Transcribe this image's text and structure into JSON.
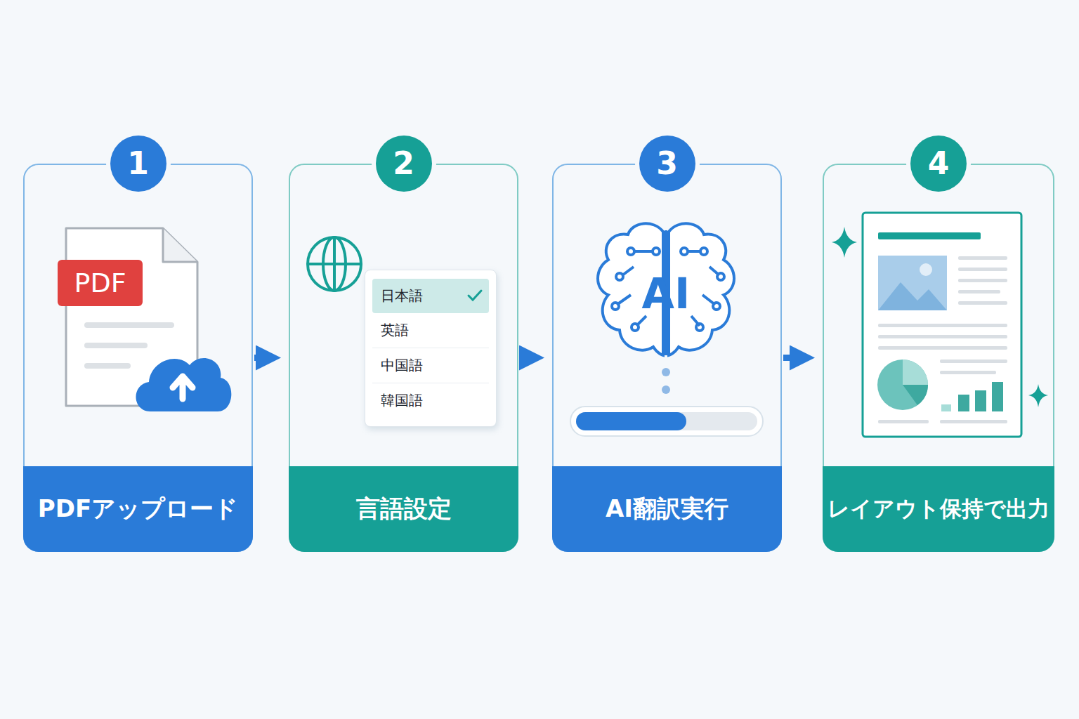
{
  "diagram": {
    "nodes": [
      {
        "text": [
          "1",
          "PDFアップロード"
        ]
      },
      {
        "text": [
          "PDF"
        ],
        "in": 0
      },
      {
        "text": [
          "2",
          "言語設定"
        ]
      },
      {
        "text": [
          "日本語",
          "英語",
          "中国語",
          "韓国語"
        ],
        "in": 2
      },
      {
        "text": [
          "3",
          "AI翻訳実行"
        ]
      },
      {
        "text": [
          "4",
          "レイアウト保持で出力"
        ]
      }
    ],
    "edges": [
      {
        "from": 0,
        "to": 2,
        "arrow": "to"
      },
      {
        "from": 2,
        "to": 4,
        "arrow": "to"
      },
      {
        "from": 4,
        "to": 5,
        "arrow": "to"
      }
    ],
    "labels": [
      "AI"
    ]
  }
}
